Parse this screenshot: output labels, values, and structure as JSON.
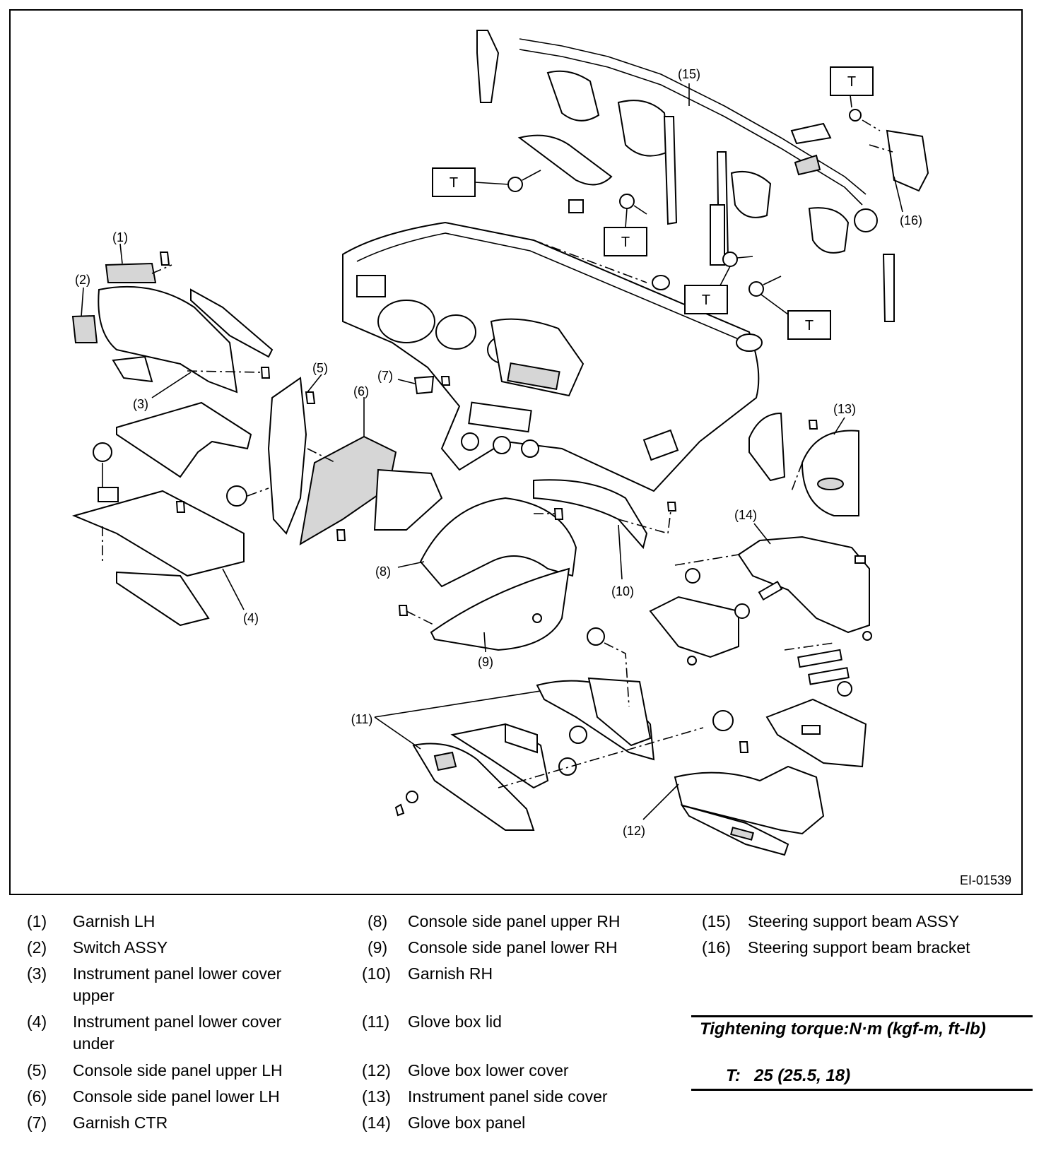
{
  "diagram": {
    "drawing_id": "EI-01539",
    "callouts": {
      "c1": "(1)",
      "c2": "(2)",
      "c3": "(3)",
      "c4": "(4)",
      "c5": "(5)",
      "c6": "(6)",
      "c7": "(7)",
      "c8": "(8)",
      "c9": "(9)",
      "c10": "(10)",
      "c11": "(11)",
      "c12": "(12)",
      "c13": "(13)",
      "c14": "(14)",
      "c15": "(15)",
      "c16": "(16)"
    },
    "torque_marker": "T"
  },
  "legend": [
    {
      "num": "(1)",
      "label": "Garnish LH"
    },
    {
      "num": "(2)",
      "label": "Switch ASSY"
    },
    {
      "num": "(3)",
      "label": "Instrument panel lower cover upper"
    },
    {
      "num": "(4)",
      "label": "Instrument panel lower cover under"
    },
    {
      "num": "(5)",
      "label": "Console side panel upper LH"
    },
    {
      "num": "(6)",
      "label": "Console side panel lower LH"
    },
    {
      "num": "(7)",
      "label": "Garnish CTR"
    },
    {
      "num": "(8)",
      "label": "Console side panel upper RH"
    },
    {
      "num": "(9)",
      "label": "Console side panel lower RH"
    },
    {
      "num": "(10)",
      "label": "Garnish RH"
    },
    {
      "num": "(11)",
      "label": "Glove box lid"
    },
    {
      "num": "(12)",
      "label": "Glove box lower cover"
    },
    {
      "num": "(13)",
      "label": "Instrument panel side cover"
    },
    {
      "num": "(14)",
      "label": "Glove box panel"
    },
    {
      "num": "(15)",
      "label": "Steering support beam ASSY"
    },
    {
      "num": "(16)",
      "label": "Steering support beam bracket"
    }
  ],
  "torque": {
    "title": "Tightening torque:N·m (kgf-m, ft-lb)",
    "symbol": "T:",
    "value": "25 (25.5, 18)"
  }
}
